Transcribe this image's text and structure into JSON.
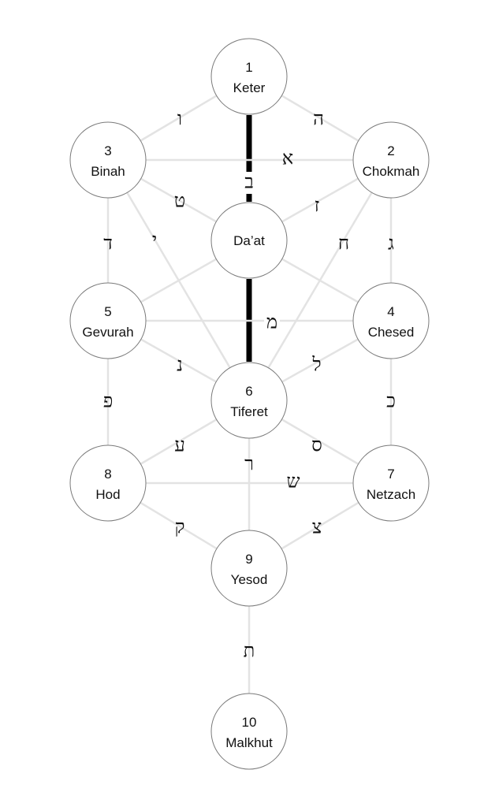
{
  "colors": {
    "line": "#e3e3e3",
    "strong_line": "#000000",
    "node_stroke": "#7a7a7a",
    "text": "#111111"
  },
  "sefirot": [
    {
      "id": "keter",
      "number": "1",
      "name": "Keter"
    },
    {
      "id": "chokmah",
      "number": "2",
      "name": "Chokmah"
    },
    {
      "id": "binah",
      "number": "3",
      "name": "Binah"
    },
    {
      "id": "daat",
      "number": "",
      "name": "Da’at"
    },
    {
      "id": "chesed",
      "number": "4",
      "name": "Chesed"
    },
    {
      "id": "gevurah",
      "number": "5",
      "name": "Gevurah"
    },
    {
      "id": "tiferet",
      "number": "6",
      "name": "Tiferet"
    },
    {
      "id": "netzach",
      "number": "7",
      "name": "Netzach"
    },
    {
      "id": "hod",
      "number": "8",
      "name": "Hod"
    },
    {
      "id": "yesod",
      "number": "9",
      "name": "Yesod"
    },
    {
      "id": "malkhut",
      "number": "10",
      "name": "Malkhut"
    }
  ],
  "paths": [
    {
      "from": "keter",
      "to": "chokmah",
      "letter": "ה"
    },
    {
      "from": "keter",
      "to": "binah",
      "letter": "ו"
    },
    {
      "from": "keter",
      "to": "daat",
      "letter": "ב",
      "strong": true
    },
    {
      "from": "chokmah",
      "to": "binah",
      "letter": "א"
    },
    {
      "from": "chokmah",
      "to": "daat",
      "letter": "ז"
    },
    {
      "from": "chokmah",
      "to": "chesed",
      "letter": "ג"
    },
    {
      "from": "chokmah",
      "to": "tiferet",
      "letter": "ח"
    },
    {
      "from": "binah",
      "to": "daat",
      "letter": "ט"
    },
    {
      "from": "binah",
      "to": "gevurah",
      "letter": "ד"
    },
    {
      "from": "binah",
      "to": "tiferet",
      "letter": "י"
    },
    {
      "from": "daat",
      "to": "tiferet",
      "letter": "מ",
      "strong": true
    },
    {
      "from": "daat",
      "to": "chesed",
      "letter": ""
    },
    {
      "from": "daat",
      "to": "gevurah",
      "letter": ""
    },
    {
      "from": "chesed",
      "to": "gevurah",
      "letter": ""
    },
    {
      "from": "chesed",
      "to": "tiferet",
      "letter": "ל"
    },
    {
      "from": "chesed",
      "to": "netzach",
      "letter": "כ"
    },
    {
      "from": "gevurah",
      "to": "tiferet",
      "letter": "נ"
    },
    {
      "from": "gevurah",
      "to": "hod",
      "letter": "פ"
    },
    {
      "from": "tiferet",
      "to": "netzach",
      "letter": "ס"
    },
    {
      "from": "tiferet",
      "to": "hod",
      "letter": "ע"
    },
    {
      "from": "tiferet",
      "to": "yesod",
      "letter": "ר"
    },
    {
      "from": "netzach",
      "to": "hod",
      "letter": "ש"
    },
    {
      "from": "netzach",
      "to": "yesod",
      "letter": "צ"
    },
    {
      "from": "hod",
      "to": "yesod",
      "letter": "ק"
    },
    {
      "from": "yesod",
      "to": "malkhut",
      "letter": "ת"
    }
  ]
}
